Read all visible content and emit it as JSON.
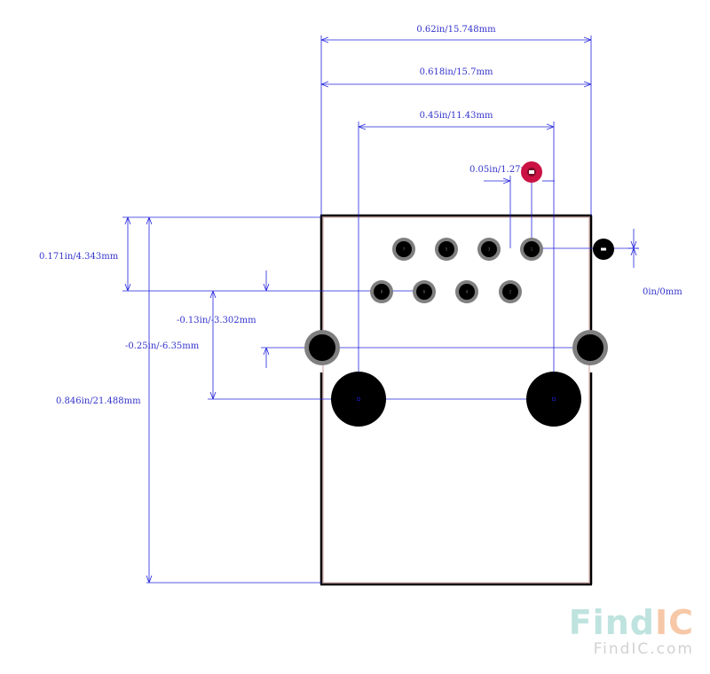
{
  "dimensions": {
    "overall_width": "0.62in/15.748mm",
    "body_width": "0.618in/15.7mm",
    "post_spacing": "0.45in/11.43mm",
    "pin_pitch": "0.05in/1.27mm",
    "zero_offset": "0in/0mm",
    "row_offset": "0.171in/4.343mm",
    "pin_row_gap": "-0.13in/-3.302mm",
    "shield_offset": "-0.25in/-6.35mm",
    "overall_length": "0.846in/21.488mm"
  },
  "pins": {
    "top_row": [
      "7",
      "5",
      "3",
      "1"
    ],
    "bottom_row": [
      "8",
      "6",
      "4",
      "2"
    ]
  },
  "colors": {
    "dimension": "#2222dd",
    "pin_ring": "#7f7f7f",
    "pin_fill": "#000000",
    "pin1_marker": "#cc1144",
    "outline": "#000000"
  },
  "watermark": {
    "logo_find": "Find",
    "logo_ic": "IC",
    "url": "FindIC.com"
  }
}
